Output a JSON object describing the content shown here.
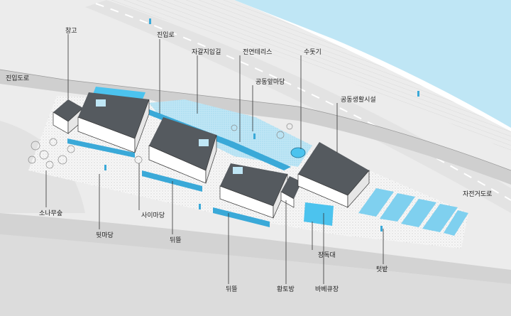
{
  "labels": {
    "changgo": "창고",
    "jinipro": "진입로",
    "jinipdoro": "진입도로",
    "jagiljigamgil": "자갈지압길",
    "jeonyeonterrace": "전연테리스",
    "sudokgi": "수돗기",
    "gongdongapmadang": "공동앞마당",
    "gongdongsaenghwal": "공동생활시설",
    "janggeoduro": "자전거도로",
    "sonamusup": "소나무숲",
    "dwitmadang": "뒷마당",
    "saimadang": "사이마당",
    "dwitteul1": "뒤뜰",
    "dwitteul2": "뒤뜰",
    "hwangtobang": "황토방",
    "barbecue": "바베큐장",
    "jangdokdae": "장독대",
    "teotbat": "텃밭"
  },
  "colors": {
    "water": "#bfe6f5",
    "pool": "#4cc3ee",
    "roof": "#555a5f",
    "road": "#d9d9d9",
    "terrain": "#ebebeb",
    "garden": "#7fd0ef"
  }
}
